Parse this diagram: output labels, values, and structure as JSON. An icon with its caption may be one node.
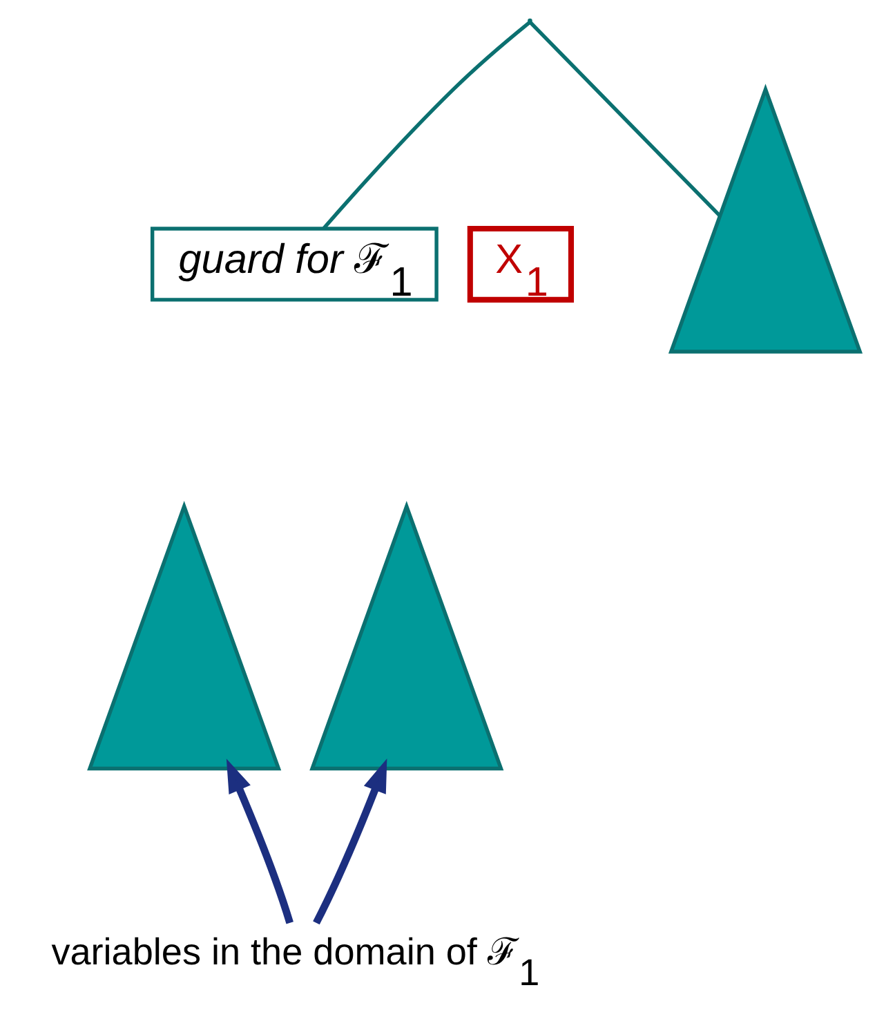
{
  "diagram": {
    "nodes": [
      {
        "text": [],
        "shape": "point"
      },
      {
        "text": [
          "*guard for* ℱ$_{1}$"
        ]
      },
      {
        "text": [
          "X$_{1}$"
        ]
      },
      {
        "text": [],
        "shape": "triangle"
      },
      {
        "text": [],
        "shape": "triangle"
      },
      {
        "text": [],
        "shape": "triangle"
      },
      {
        "text": [
          "variables in the domain of ℱ$_{1}$"
        ]
      }
    ],
    "edges": [
      {
        "from": 0,
        "to": 1,
        "arrow": "none",
        "color": "#0b7070"
      },
      {
        "from": 0,
        "to": 5,
        "arrow": "none",
        "color": "#0b7070"
      },
      {
        "from": 6,
        "to": 3,
        "arrow": "to",
        "style": "thick",
        "color": "#1c2f80"
      },
      {
        "from": 6,
        "to": 4,
        "arrow": "to",
        "style": "thick",
        "color": "#1c2f80"
      }
    ]
  }
}
